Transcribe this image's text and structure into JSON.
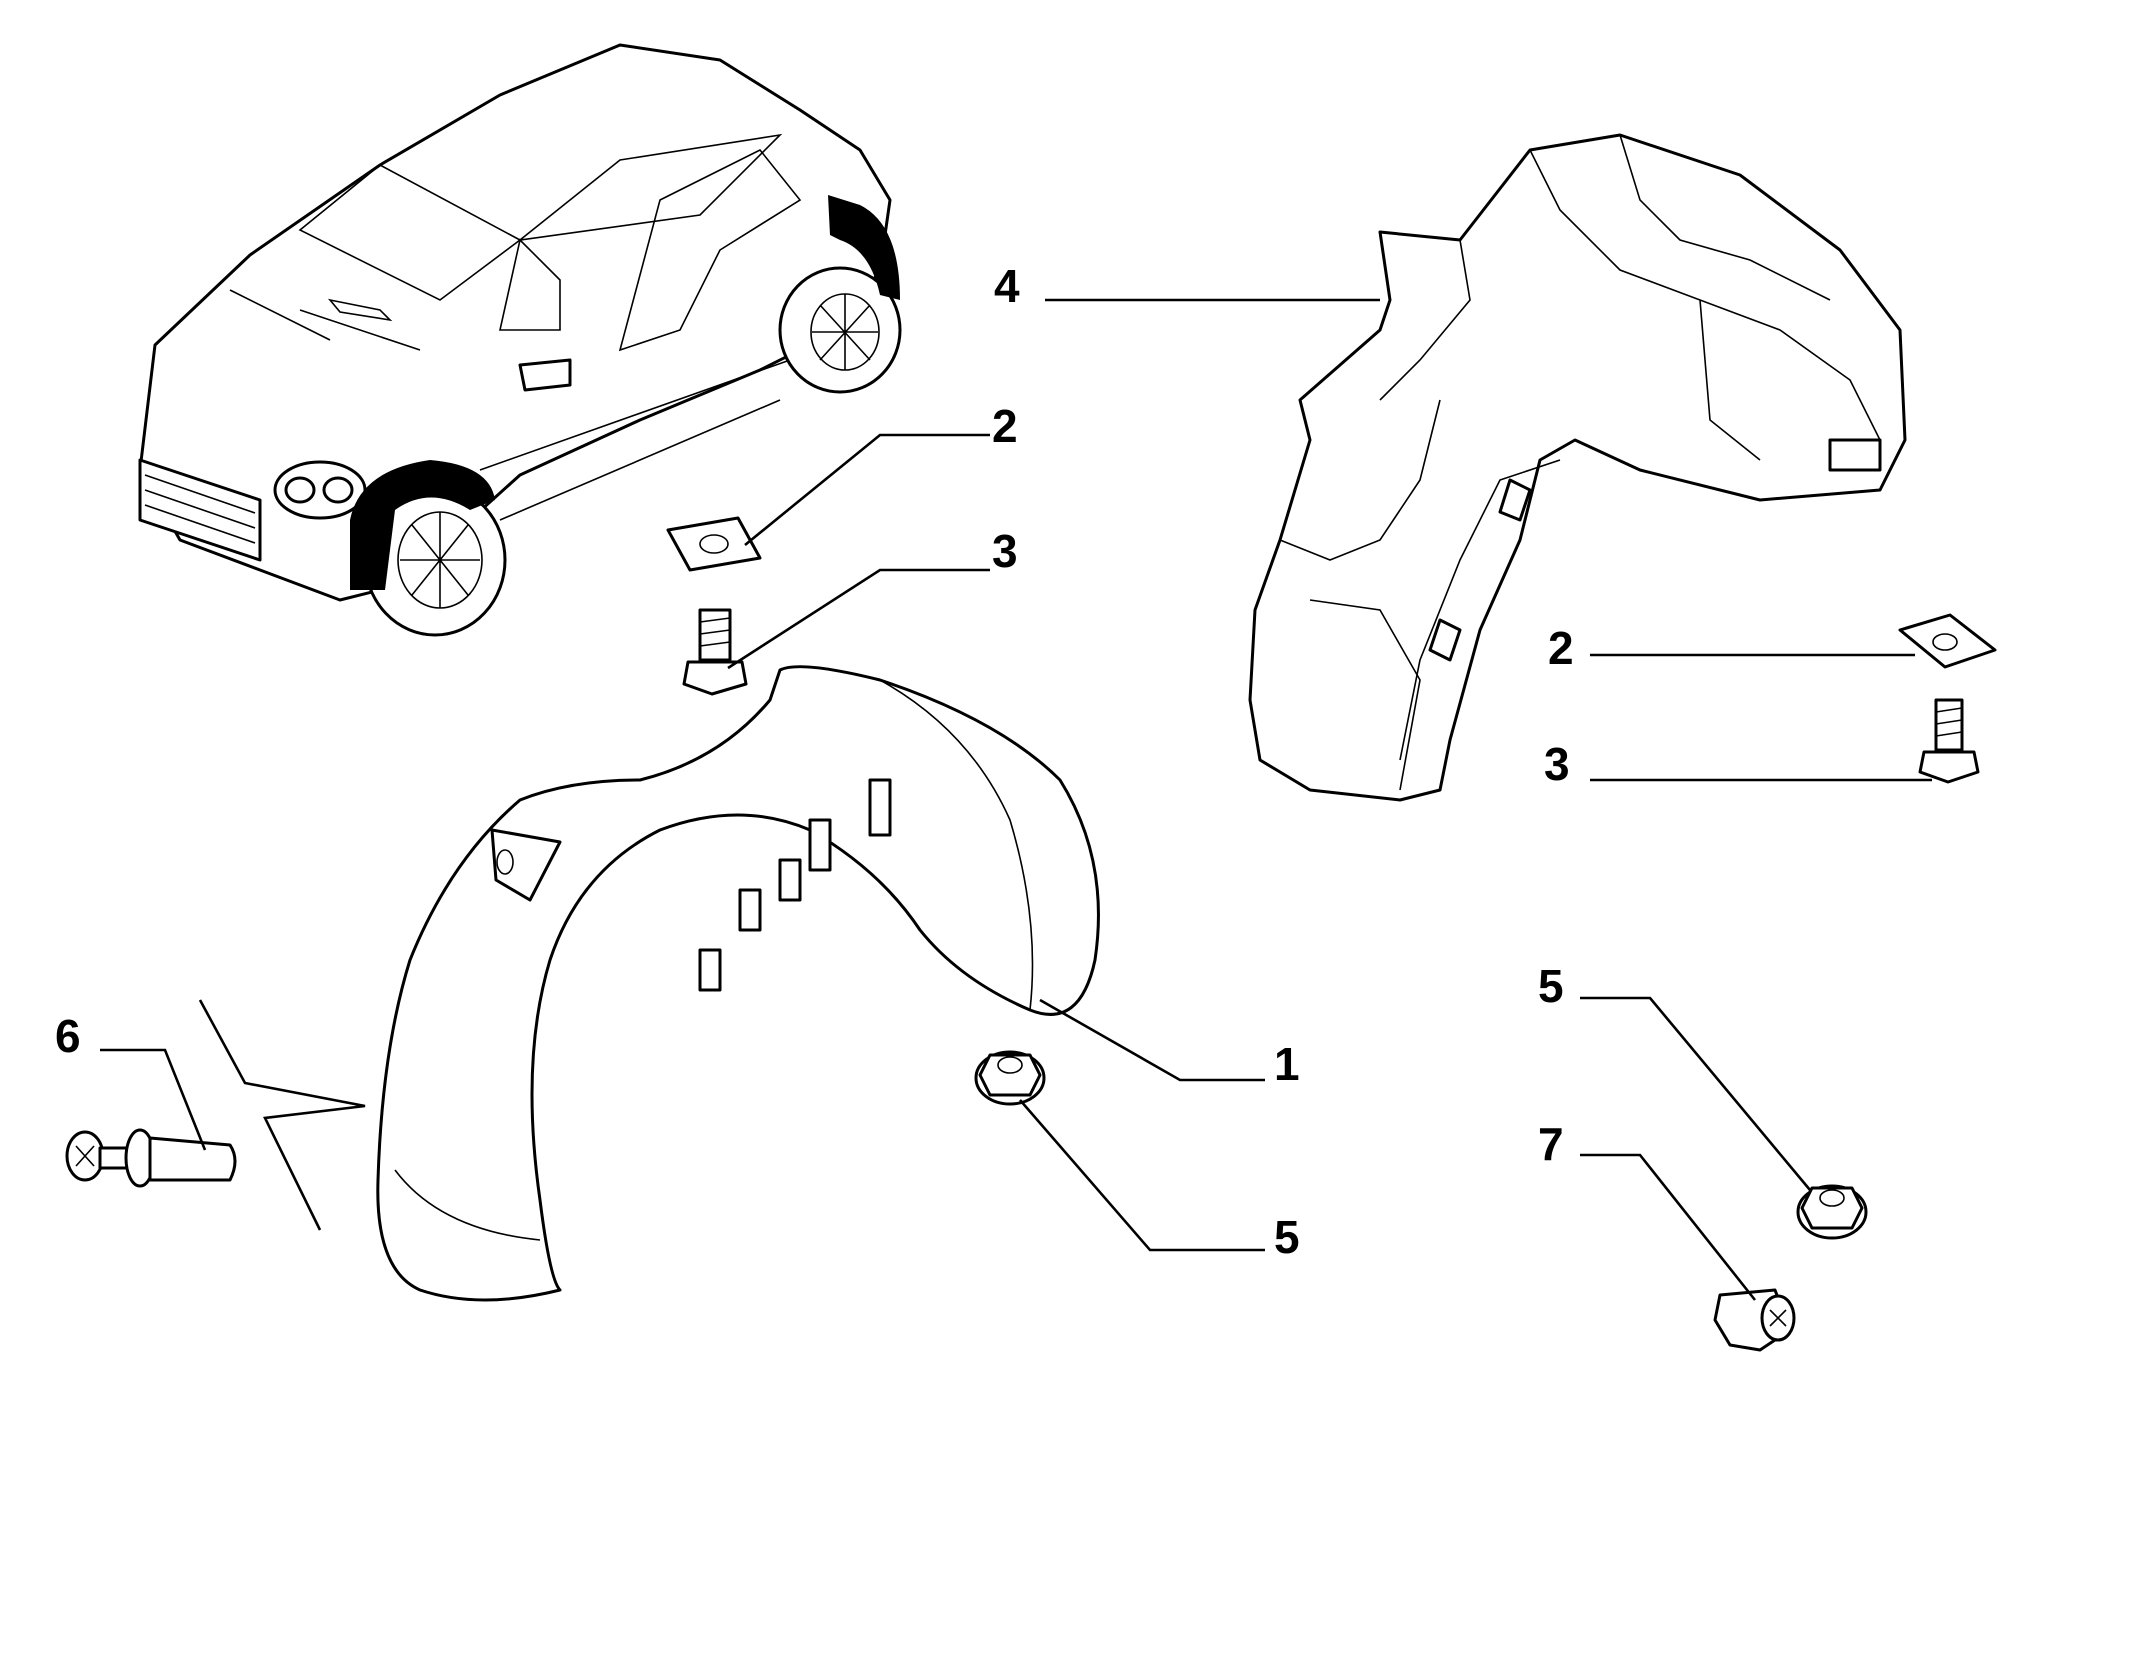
{
  "callouts": {
    "c1": "1",
    "c2_left": "2",
    "c2_right": "2",
    "c3_left": "3",
    "c3_right": "3",
    "c4": "4",
    "c5_left": "5",
    "c5_right": "5",
    "c6": "6",
    "c7": "7"
  },
  "icons": {
    "car": "car-overview-icon",
    "front_liner": "front-wheel-arch-liner-icon",
    "rear_liner": "rear-wheel-arch-liner-icon",
    "clip": "spring-clip-icon",
    "screw": "screw-icon",
    "nut": "flange-nut-icon",
    "rivet": "push-rivet-icon",
    "grommet": "plastic-grommet-icon"
  },
  "colors": {
    "line": "#000000",
    "background": "#ffffff"
  }
}
